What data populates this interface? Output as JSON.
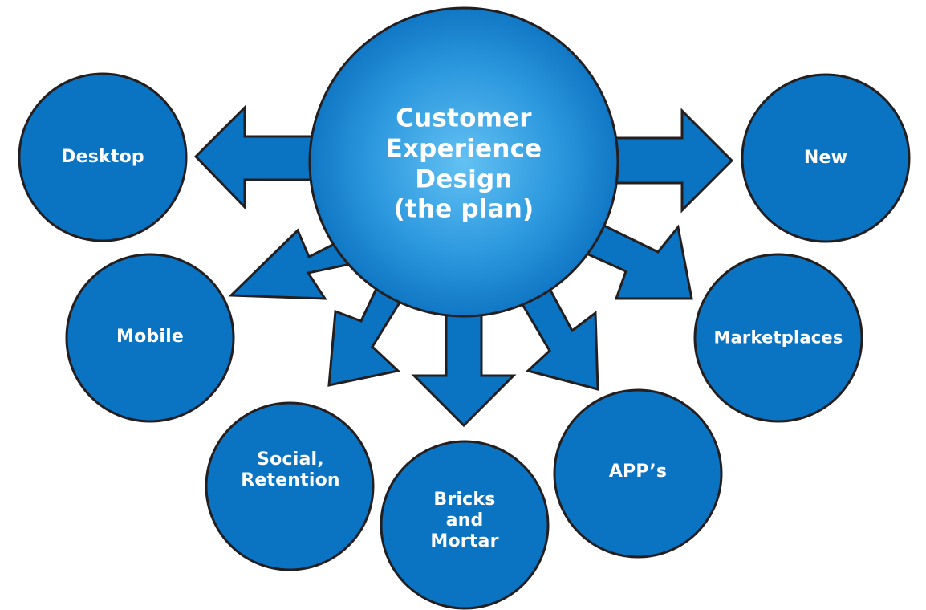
{
  "diagram": {
    "center": {
      "label": "Customer\nExperience\nDesign\n(the plan)"
    },
    "nodes": [
      {
        "id": "desktop",
        "label": "Desktop"
      },
      {
        "id": "mobile",
        "label": "Mobile"
      },
      {
        "id": "social",
        "label": "Social,\nRetention"
      },
      {
        "id": "bricks",
        "label": "Bricks\nand\nMortar"
      },
      {
        "id": "apps",
        "label": "APP’s"
      },
      {
        "id": "marketplaces",
        "label": "Marketplaces"
      },
      {
        "id": "new",
        "label": "New"
      }
    ],
    "colors": {
      "node_fill": "#0a73c2",
      "outline": "#231f20",
      "center_light": "#5ab8ef",
      "center_dark": "#0f78c8",
      "text": "#ffffff"
    }
  }
}
